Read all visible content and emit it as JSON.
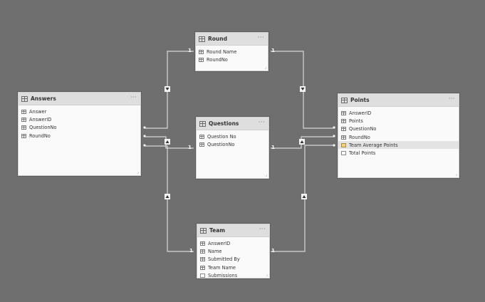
{
  "tables": {
    "round": {
      "title": "Round",
      "more": "···",
      "fields": [
        {
          "name": "Round Name",
          "icon": "column-icon"
        },
        {
          "name": "RoundNo",
          "icon": "column-icon"
        }
      ]
    },
    "answers": {
      "title": "Answers",
      "more": "···",
      "fields": [
        {
          "name": "Answer",
          "icon": "column-icon"
        },
        {
          "name": "AnswerID",
          "icon": "column-icon"
        },
        {
          "name": "QuestionNo",
          "icon": "column-icon"
        },
        {
          "name": "RoundNo",
          "icon": "column-icon"
        }
      ]
    },
    "questions": {
      "title": "Questions",
      "more": "···",
      "fields": [
        {
          "name": "Question No",
          "icon": "column-icon"
        },
        {
          "name": "QuestionNo",
          "icon": "column-icon"
        }
      ]
    },
    "points": {
      "title": "Points",
      "more": "···",
      "fields": [
        {
          "name": "AnswerID",
          "icon": "column-icon"
        },
        {
          "name": "Points",
          "icon": "column-icon"
        },
        {
          "name": "QuestionNo",
          "icon": "column-icon"
        },
        {
          "name": "RoundNo",
          "icon": "column-icon"
        },
        {
          "name": "Team Average Points",
          "icon": "measure-icon-highlighted"
        },
        {
          "name": "Total Points",
          "icon": "measure-icon"
        }
      ]
    },
    "team": {
      "title": "Team",
      "more": "···",
      "fields": [
        {
          "name": "AnswerID",
          "icon": "column-icon"
        },
        {
          "name": "Name",
          "icon": "column-icon"
        },
        {
          "name": "Submitted By",
          "icon": "column-icon"
        },
        {
          "name": "Team Name",
          "icon": "column-icon"
        },
        {
          "name": "Submissions",
          "icon": "measure-icon"
        }
      ]
    }
  },
  "relationships": {
    "labels": {
      "round_left": "1",
      "round_right": "1",
      "questions_left": "1",
      "questions_right": "1",
      "team_left": "1",
      "team_right": "1"
    }
  }
}
